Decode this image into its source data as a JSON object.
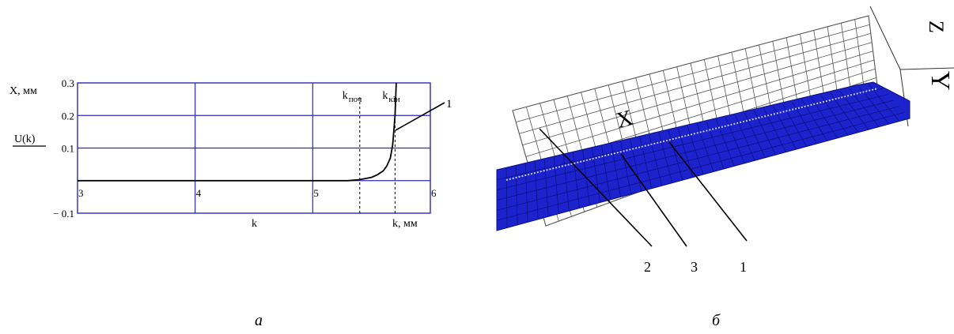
{
  "panels": {
    "a": {
      "caption": "а"
    },
    "b": {
      "caption": "б"
    }
  },
  "chart_data": {
    "type": "line",
    "ylabel_units": "X, мм",
    "ylabel_func": "U(k)",
    "xlabel_func": "k",
    "xlabel_units": "k, мм",
    "xlim": [
      3,
      6
    ],
    "ylim": [
      -0.1,
      0.3
    ],
    "x_ticks": [
      "3",
      "4",
      "5",
      "6"
    ],
    "y_ticks": [
      "0.3",
      "0.2",
      "0.1",
      "− 0.1"
    ],
    "grid": true,
    "markers": [
      {
        "x": 5.4,
        "label_main": "k",
        "label_sub": "поч"
      },
      {
        "x": 5.7,
        "label_main": "k",
        "label_sub": "кін"
      }
    ],
    "callout": "1",
    "series": [
      {
        "x": [
          3.0,
          4.0,
          5.0,
          5.3,
          5.4,
          5.5,
          5.55,
          5.6,
          5.63,
          5.66,
          5.68,
          5.7,
          5.71
        ],
        "y": [
          0,
          0,
          0,
          0,
          0.003,
          0.01,
          0.018,
          0.03,
          0.045,
          0.07,
          0.11,
          0.2,
          0.3
        ]
      }
    ]
  },
  "model_3d": {
    "axis_labels": {
      "x": "X",
      "y": "Y",
      "z": "Z"
    },
    "callouts": [
      "2",
      "3",
      "1"
    ],
    "colors": {
      "surface": "#1c22cc",
      "surface_edge": "#0a0f80",
      "grid": "#444444"
    }
  }
}
